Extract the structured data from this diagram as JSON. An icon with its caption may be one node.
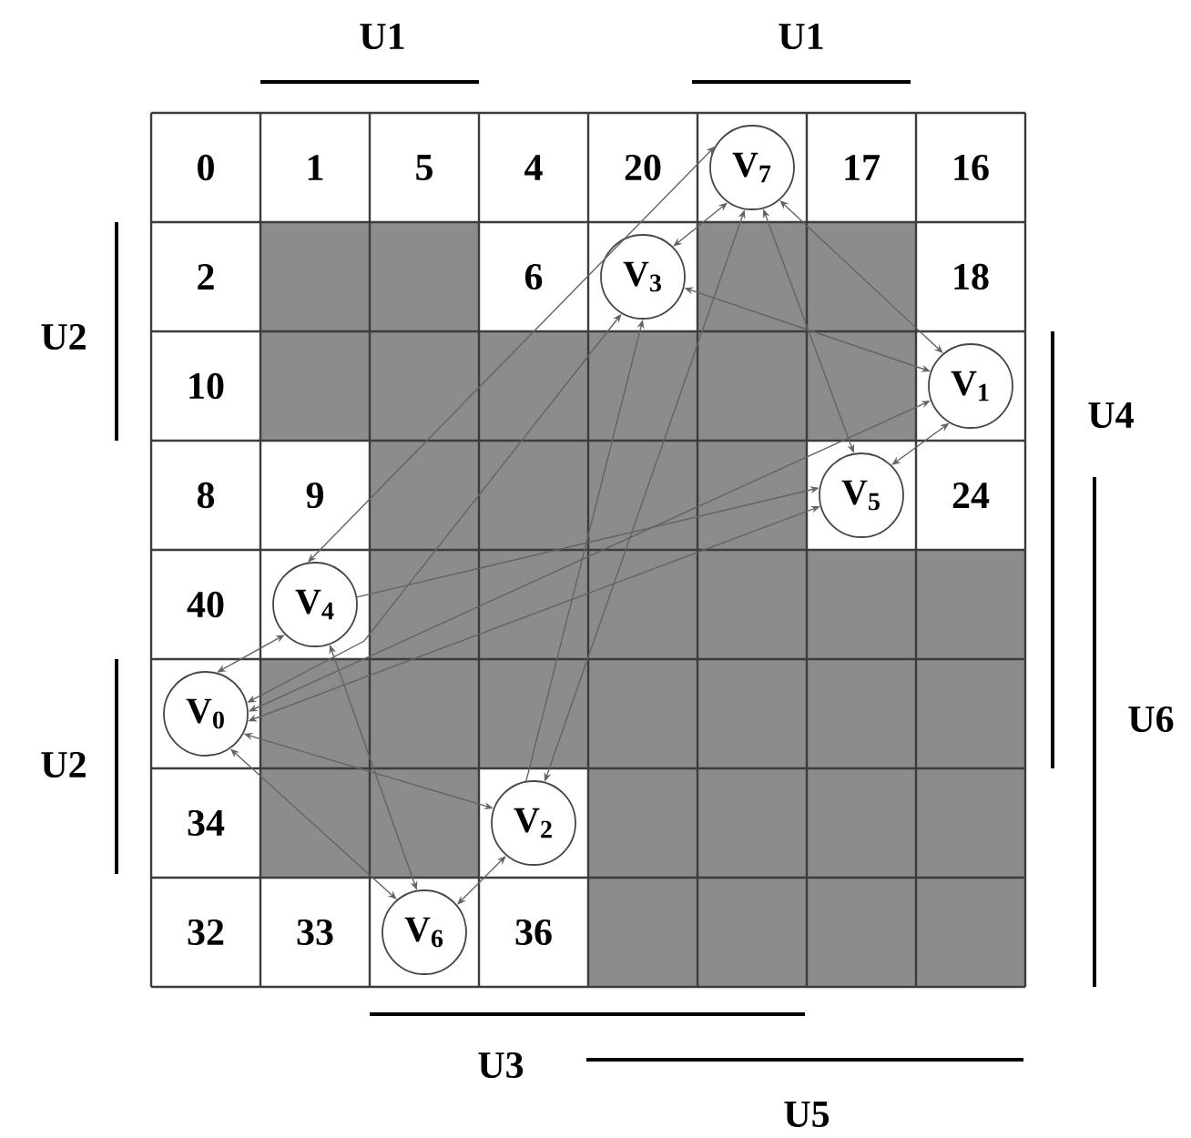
{
  "diagram": {
    "nodes": [
      {
        "text": [
          "V$_{7}$"
        ]
      },
      {
        "text": [
          "V$_{3}$"
        ]
      },
      {
        "text": [
          "V$_{1}$"
        ]
      },
      {
        "text": [
          "V$_{5}$"
        ]
      },
      {
        "text": [
          "V$_{4}$"
        ]
      },
      {
        "text": [
          "V$_{0}$"
        ]
      },
      {
        "text": [
          "V$_{2}$"
        ]
      },
      {
        "text": [
          "V$_{6}$"
        ]
      }
    ],
    "edges": [
      {
        "from": 4,
        "to": 0,
        "arrow": "both"
      },
      {
        "from": 5,
        "to": 4,
        "arrow": "both"
      },
      {
        "from": 5,
        "to": 1,
        "arrow": "both"
      },
      {
        "from": 5,
        "to": 2,
        "arrow": "both"
      },
      {
        "from": 5,
        "to": 3,
        "arrow": "both"
      },
      {
        "from": 5,
        "to": 6,
        "arrow": "both"
      },
      {
        "from": 5,
        "to": 7,
        "arrow": "both"
      },
      {
        "from": 4,
        "to": 3,
        "arrow": "to"
      },
      {
        "from": 4,
        "to": 7,
        "arrow": "both"
      },
      {
        "from": 7,
        "to": 6,
        "arrow": "both"
      },
      {
        "from": 6,
        "to": 0,
        "arrow": "both"
      },
      {
        "from": 6,
        "to": 1,
        "arrow": "to"
      },
      {
        "from": 0,
        "to": 2,
        "arrow": "both"
      },
      {
        "from": 0,
        "to": 3,
        "arrow": "both"
      },
      {
        "from": 1,
        "to": 2,
        "arrow": "both"
      },
      {
        "from": 1,
        "to": 0,
        "arrow": "both"
      },
      {
        "from": 2,
        "to": 3,
        "arrow": "both"
      }
    ],
    "labels": [
      "0",
      "1",
      "5",
      "4",
      "20",
      "17",
      "16",
      "2",
      "6",
      "18",
      "10",
      "8",
      "9",
      "24",
      "40",
      "34",
      "32",
      "33",
      "36",
      "U1",
      "U1",
      "U2",
      "U4",
      "U6",
      "U2",
      "U3",
      "U5"
    ]
  }
}
